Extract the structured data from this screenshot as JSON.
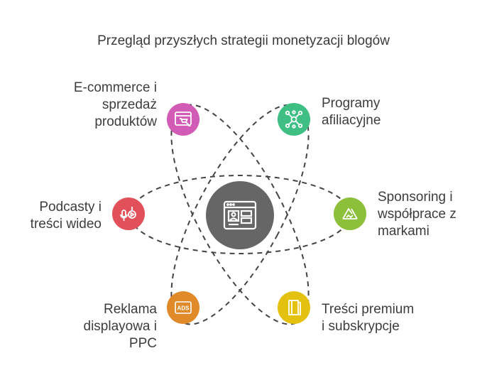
{
  "title": "Przegląd przyszłych strategii monetyzacji blogów",
  "center": {
    "icon": "browser-layout-icon",
    "color": "#666666"
  },
  "nodes": [
    {
      "id": "ecommerce",
      "lines": [
        "E-commerce i",
        "sprzedaż",
        "produktów"
      ],
      "icon": "shopping-web-icon",
      "color": "#d15bb5"
    },
    {
      "id": "affiliate",
      "lines": [
        "Programy",
        "afiliacyjne"
      ],
      "icon": "network-icon",
      "color": "#3fbf84"
    },
    {
      "id": "podcasts",
      "lines": [
        "Podcasty i",
        "treści wideo"
      ],
      "icon": "microphone-video-icon",
      "color": "#e2505a"
    },
    {
      "id": "sponsoring",
      "lines": [
        "Sponsoring i",
        "współprace z",
        "markami"
      ],
      "icon": "handshake-icon",
      "color": "#8cbf3a"
    },
    {
      "id": "ads",
      "lines": [
        "Reklama",
        "displayowa i",
        "PPC"
      ],
      "icon": "ads-icon",
      "color": "#e08a2a"
    },
    {
      "id": "premium",
      "lines": [
        "Treści premium",
        "i subskrypcje"
      ],
      "icon": "book-icon",
      "color": "#e3c10e"
    }
  ]
}
